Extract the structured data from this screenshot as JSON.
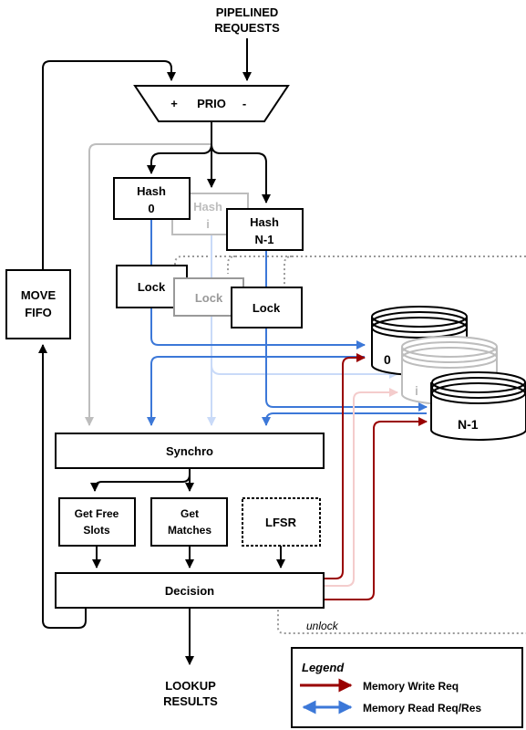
{
  "input": {
    "line1": "PIPELINED",
    "line2": "REQUESTS"
  },
  "prio": {
    "plus": "+",
    "label": "PRIO",
    "minus": "-"
  },
  "hashes": [
    {
      "line1": "Hash",
      "line2": "0"
    },
    {
      "line1": "Hash",
      "line2": "i"
    },
    {
      "line1": "Hash",
      "line2": "N-1"
    }
  ],
  "locks": [
    "Lock",
    "Lock",
    "Lock"
  ],
  "move_fifo": {
    "line1": "MOVE",
    "line2": "FIFO"
  },
  "memories": [
    "0",
    "i",
    "N-1"
  ],
  "synchro": "Synchro",
  "get_free_slots": {
    "line1": "Get Free",
    "line2": "Slots"
  },
  "get_matches": {
    "line1": "Get",
    "line2": "Matches"
  },
  "lfsr": "LFSR",
  "decision": "Decision",
  "unlock": "unlock",
  "output": {
    "line1": "LOOKUP",
    "line2": "RESULTS"
  },
  "legend": {
    "title": "Legend",
    "write": "Memory Write Req",
    "read": "Memory Read Req/Res"
  },
  "colors": {
    "black": "#000000",
    "gray": "#bdbdbd",
    "blue": "#3c78d8",
    "light_blue": "#c9daf8",
    "dark_red": "#990000",
    "light_red": "#f4cccc"
  }
}
